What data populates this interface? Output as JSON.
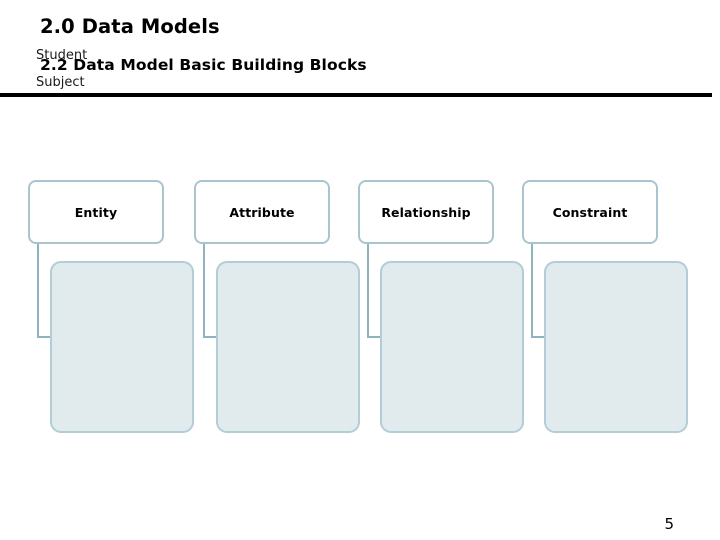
{
  "slide": {
    "title": "2.0 Data Models",
    "subtitle": "2.2 Data Model Basic Building Blocks",
    "page_number": "5"
  },
  "theme": {
    "rule_color": "#000000",
    "card_border": "#a8c4ce",
    "body_fill": "#e1ebee",
    "body_border": "#b2cdd6",
    "connector_color": "#8fb2bf",
    "text_color": "#000000"
  },
  "diagram": {
    "columns": [
      {
        "header": "Entity",
        "items": [
          "Student",
          "Subject"
        ]
      },
      {
        "header": "Attribute",
        "items": []
      },
      {
        "header": "Relationship",
        "items": []
      },
      {
        "header": "Constraint",
        "items": []
      }
    ]
  }
}
